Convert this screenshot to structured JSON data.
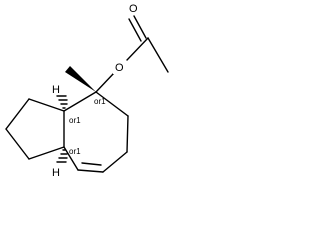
{
  "atoms": {
    "carbonyl_oxygen": "O",
    "ester_oxygen": "O",
    "hydrogen_top": "H",
    "hydrogen_bottom": "H"
  },
  "stereo_labels": {
    "c4": "or1",
    "c3a": "or1",
    "c8a": "or1"
  }
}
